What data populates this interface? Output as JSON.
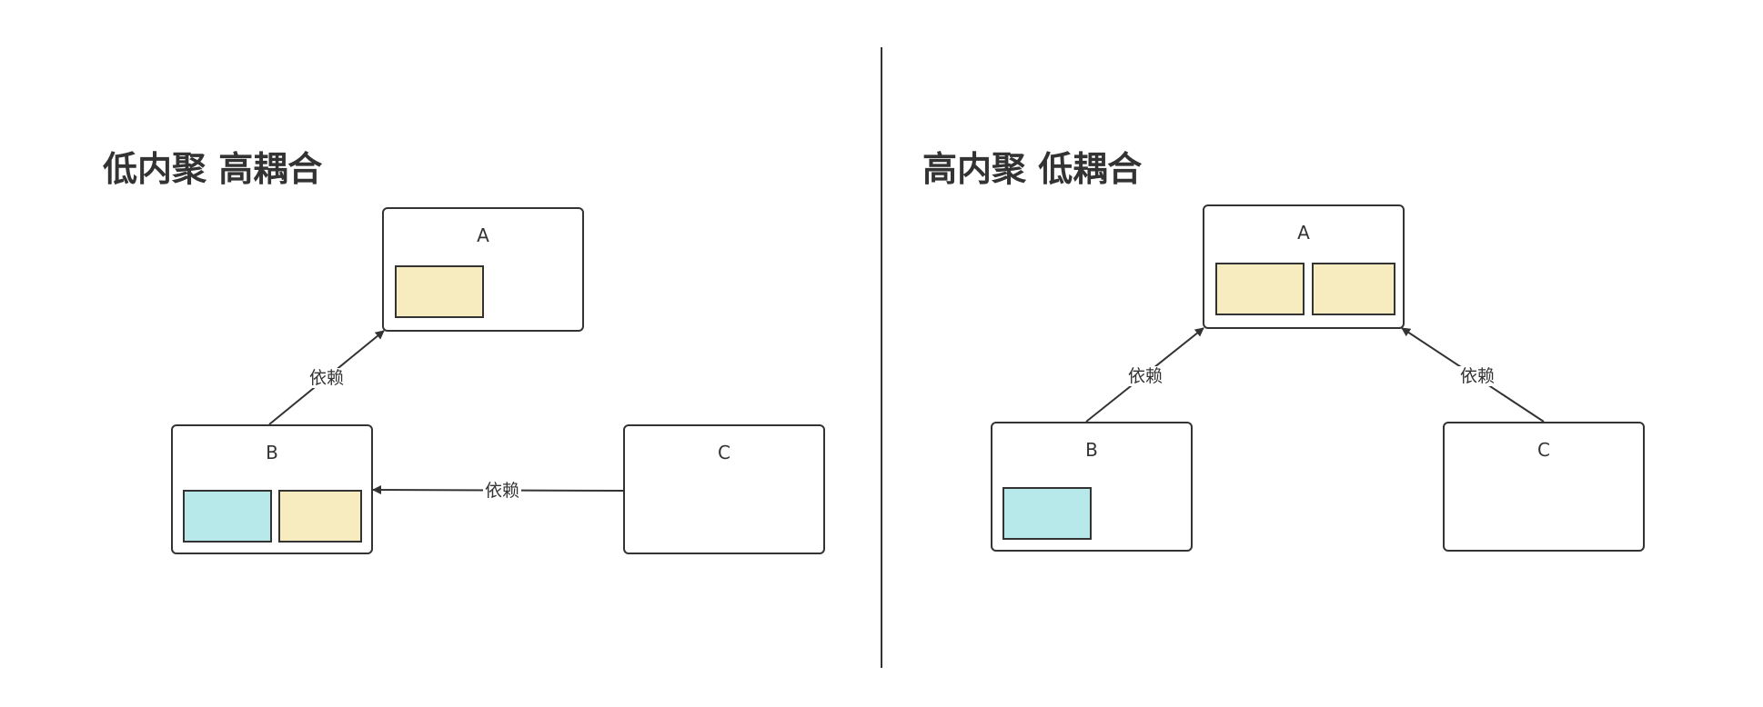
{
  "left": {
    "title": "低内聚 高耦合",
    "nodes": {
      "a": "A",
      "b": "B",
      "c": "C"
    },
    "edges": {
      "b_to_a": "依赖",
      "c_to_b": "依赖"
    }
  },
  "right": {
    "title": "高内聚 低耦合",
    "nodes": {
      "a": "A",
      "b": "B",
      "c": "C"
    },
    "edges": {
      "b_to_a": "依赖",
      "c_to_a": "依赖"
    }
  },
  "colors": {
    "yellow": "#f7ebc0",
    "cyan": "#b7e8ea",
    "stroke": "#333333"
  }
}
